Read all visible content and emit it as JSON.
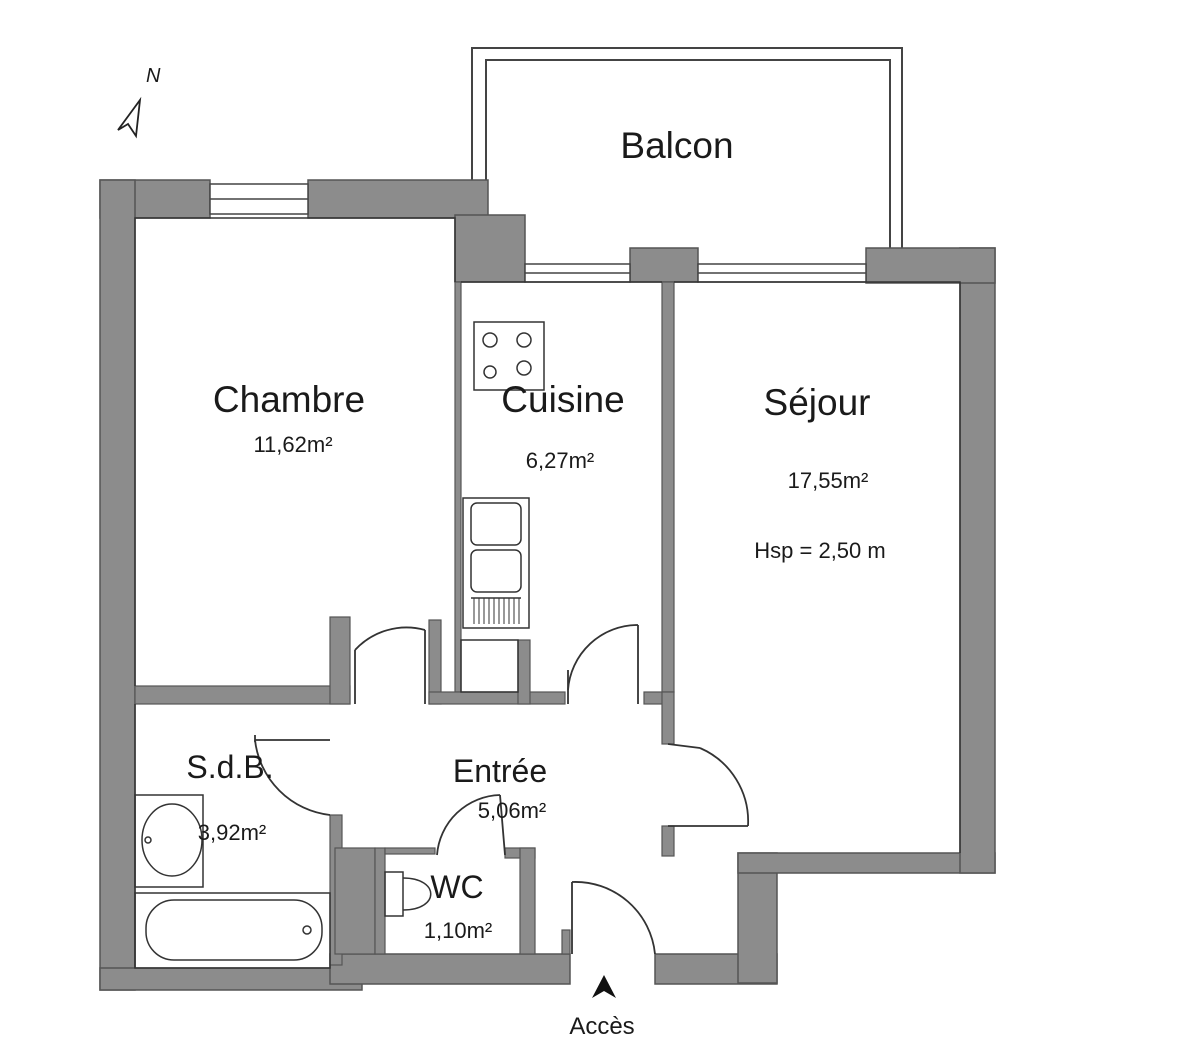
{
  "compass": {
    "label": "N"
  },
  "rooms": {
    "balcon": {
      "name": "Balcon"
    },
    "chambre": {
      "name": "Chambre",
      "area": "11,62m²"
    },
    "cuisine": {
      "name": "Cuisine",
      "area": "6,27m²"
    },
    "sejour": {
      "name": "Séjour",
      "area": "17,55m²",
      "height_note": "Hsp = 2,50 m"
    },
    "sdb": {
      "name": "S.d.B.",
      "area": "3,92m²"
    },
    "entree": {
      "name": "Entrée",
      "area": "5,06m²"
    },
    "wc": {
      "name": "WC",
      "area": "1,10m²"
    }
  },
  "access": {
    "label": "Accès"
  },
  "colors": {
    "wall": "#8c8c8c",
    "line": "#333333",
    "background": "#ffffff"
  }
}
